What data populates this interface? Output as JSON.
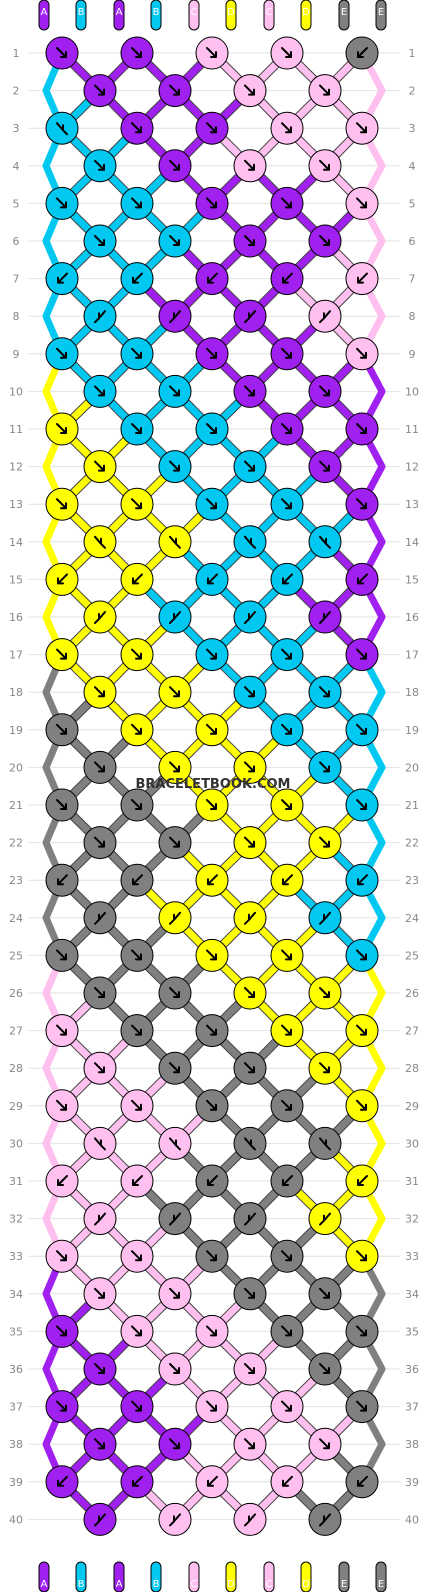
{
  "watermark": "BRACELETBOOK.COM",
  "colors": {
    "A": "#a020f0",
    "B": "#00c8f0",
    "C": "#ffc0f0",
    "D": "#ffff00",
    "E": "#808080"
  },
  "strands": [
    "A",
    "B",
    "A",
    "B",
    "C",
    "D",
    "C",
    "D",
    "E",
    "E"
  ],
  "row_numbers": [
    "1",
    "2",
    "3",
    "4",
    "5",
    "6",
    "7",
    "8",
    "9",
    "10",
    "11",
    "12",
    "13",
    "14",
    "15",
    "16",
    "17",
    "18",
    "19",
    "20",
    "21",
    "22",
    "23",
    "24",
    "25",
    "26",
    "27",
    "28",
    "29",
    "30",
    "31",
    "32",
    "33",
    "34",
    "35",
    "36",
    "37",
    "38",
    "39",
    "40"
  ],
  "knot_grid": [
    [
      "A",
      "A",
      "C",
      "C",
      "E"
    ],
    [
      "A",
      "A",
      "C",
      "C"
    ],
    [
      "B",
      "A",
      "A",
      "C",
      "C"
    ],
    [
      "B",
      "A",
      "C",
      "C"
    ],
    [
      "B",
      "B",
      "A",
      "A",
      "C"
    ],
    [
      "B",
      "B",
      "A",
      "A"
    ],
    [
      "B",
      "B",
      "A",
      "A",
      "C"
    ],
    [
      "B",
      "A",
      "A",
      "C"
    ],
    [
      "B",
      "B",
      "A",
      "A",
      "C"
    ],
    [
      "B",
      "B",
      "A",
      "A"
    ],
    [
      "D",
      "B",
      "B",
      "A",
      "A"
    ],
    [
      "D",
      "B",
      "B",
      "A"
    ],
    [
      "D",
      "D",
      "B",
      "B",
      "A"
    ],
    [
      "D",
      "D",
      "B",
      "B"
    ],
    [
      "D",
      "D",
      "B",
      "B",
      "A"
    ],
    [
      "D",
      "B",
      "B",
      "A"
    ],
    [
      "D",
      "D",
      "B",
      "B",
      "A"
    ],
    [
      "D",
      "D",
      "B",
      "B"
    ],
    [
      "E",
      "D",
      "D",
      "B",
      "B"
    ],
    [
      "E",
      "D",
      "D",
      "B"
    ],
    [
      "E",
      "E",
      "D",
      "D",
      "B"
    ],
    [
      "E",
      "E",
      "D",
      "D"
    ],
    [
      "E",
      "E",
      "D",
      "D",
      "B"
    ],
    [
      "E",
      "D",
      "D",
      "B"
    ],
    [
      "E",
      "E",
      "D",
      "D",
      "B"
    ],
    [
      "E",
      "E",
      "D",
      "D"
    ],
    [
      "C",
      "E",
      "E",
      "D",
      "D"
    ],
    [
      "C",
      "E",
      "E",
      "D"
    ],
    [
      "C",
      "C",
      "E",
      "E",
      "D"
    ],
    [
      "C",
      "C",
      "E",
      "E"
    ],
    [
      "C",
      "C",
      "E",
      "E",
      "D"
    ],
    [
      "C",
      "E",
      "E",
      "D"
    ],
    [
      "C",
      "C",
      "E",
      "E",
      "D"
    ],
    [
      "C",
      "C",
      "E",
      "E"
    ],
    [
      "A",
      "C",
      "C",
      "E",
      "E"
    ],
    [
      "A",
      "C",
      "C",
      "E"
    ],
    [
      "A",
      "A",
      "C",
      "C",
      "E"
    ],
    [
      "A",
      "A",
      "C",
      "C"
    ],
    [
      "A",
      "A",
      "C",
      "C",
      "E"
    ],
    [
      "A",
      "C",
      "C",
      "E"
    ]
  ],
  "knot_dir": [
    [
      "se",
      "se",
      "se",
      "se",
      "sw"
    ],
    [
      "se",
      "se",
      "se",
      "se"
    ],
    [
      "fr",
      "se",
      "se",
      "se",
      "se"
    ],
    [
      "se",
      "se",
      "se",
      "se"
    ],
    [
      "se",
      "se",
      "se",
      "se",
      "se"
    ],
    [
      "se",
      "se",
      "se",
      "se"
    ],
    [
      "sw",
      "sw",
      "sw",
      "sw",
      "sw"
    ],
    [
      "rf",
      "rf",
      "rf",
      "rf"
    ],
    [
      "se",
      "se",
      "se",
      "se",
      "se"
    ],
    [
      "se",
      "se",
      "se",
      "se"
    ],
    [
      "se",
      "se",
      "se",
      "se",
      "se"
    ],
    [
      "se",
      "se",
      "se",
      "se"
    ],
    [
      "se",
      "se",
      "se",
      "se",
      "se"
    ],
    [
      "fr",
      "fr",
      "fr",
      "fr"
    ],
    [
      "sw",
      "sw",
      "sw",
      "sw",
      "sw"
    ],
    [
      "rf",
      "rf",
      "rf",
      "rf"
    ],
    [
      "se",
      "se",
      "se",
      "se",
      "se"
    ],
    [
      "se",
      "se",
      "se",
      "se"
    ],
    [
      "se",
      "se",
      "se",
      "se",
      "se"
    ],
    [
      "se",
      "se",
      "se",
      "se"
    ],
    [
      "se",
      "se",
      "se",
      "se",
      "se"
    ],
    [
      "se",
      "se",
      "se",
      "se"
    ],
    [
      "sw",
      "sw",
      "sw",
      "sw",
      "sw"
    ],
    [
      "rf",
      "rf",
      "rf",
      "rf"
    ],
    [
      "se",
      "se",
      "se",
      "se",
      "se"
    ],
    [
      "se",
      "se",
      "se",
      "se"
    ],
    [
      "se",
      "se",
      "se",
      "se",
      "se"
    ],
    [
      "se",
      "se",
      "se",
      "se"
    ],
    [
      "se",
      "se",
      "se",
      "se",
      "se"
    ],
    [
      "fr",
      "fr",
      "fr",
      "fr"
    ],
    [
      "sw",
      "sw",
      "sw",
      "sw",
      "sw"
    ],
    [
      "rf",
      "rf",
      "rf",
      "rf"
    ],
    [
      "se",
      "se",
      "se",
      "se",
      "se"
    ],
    [
      "se",
      "se",
      "se",
      "se"
    ],
    [
      "se",
      "se",
      "se",
      "se",
      "se"
    ],
    [
      "se",
      "se",
      "se",
      "se"
    ],
    [
      "se",
      "se",
      "se",
      "se",
      "se"
    ],
    [
      "se",
      "se",
      "se",
      "se"
    ],
    [
      "sw",
      "sw",
      "sw",
      "sw",
      "sw"
    ],
    [
      "rf",
      "rf",
      "rf",
      "rf"
    ]
  ]
}
